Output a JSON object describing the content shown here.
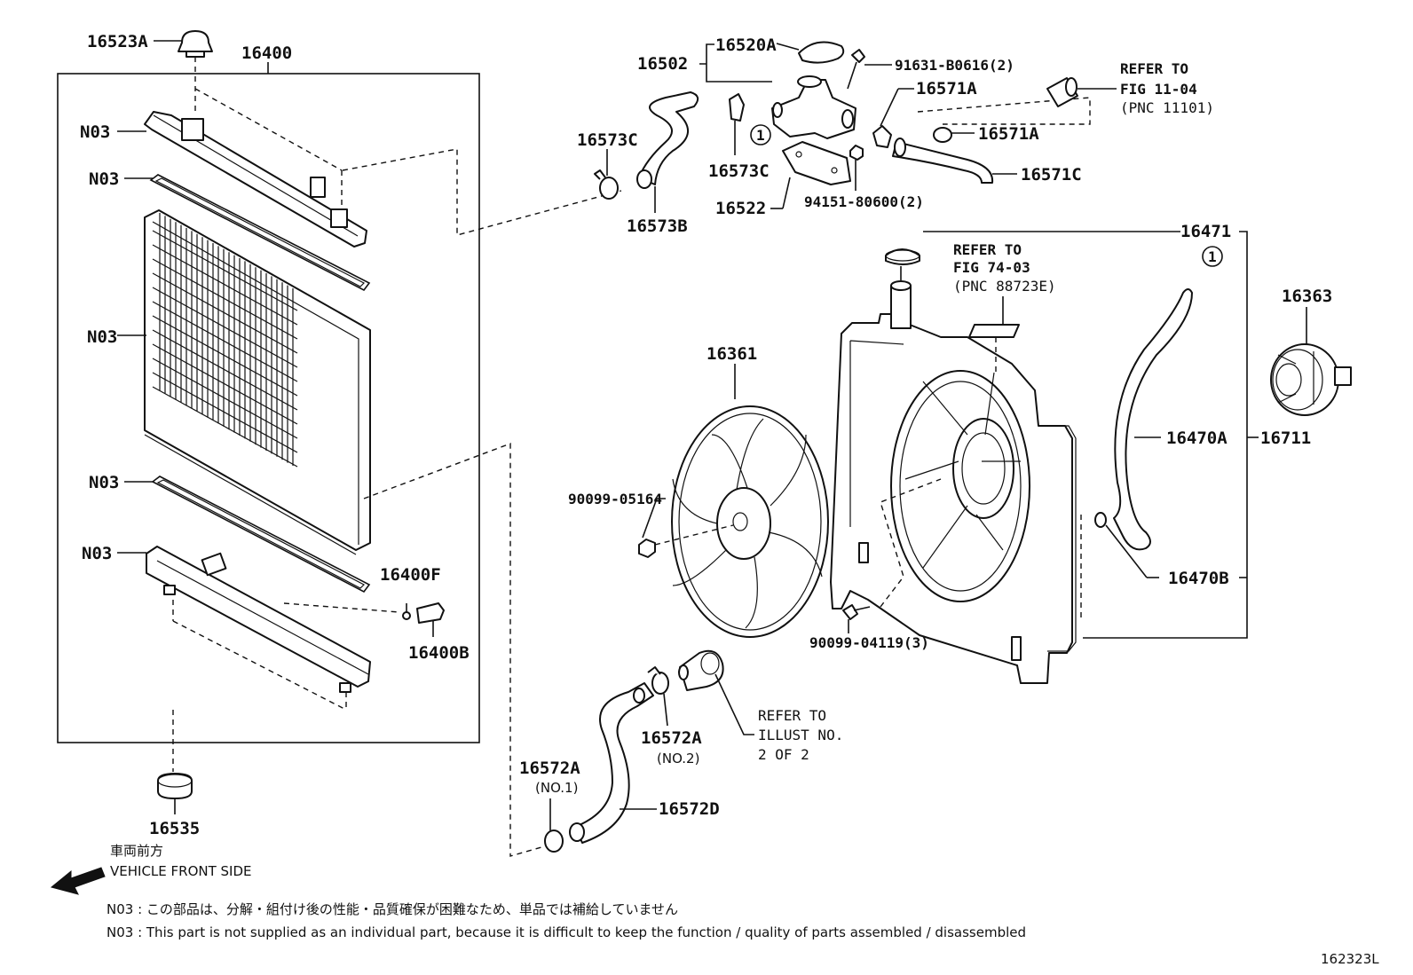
{
  "labels": {
    "p16523A": "16523A",
    "p16400": "16400",
    "n03_1": "N03",
    "n03_2": "N03",
    "n03_3": "N03",
    "n03_4": "N03",
    "n03_5": "N03",
    "p16400F": "16400F",
    "p16400B": "16400B",
    "p16535": "16535",
    "p16502": "16502",
    "p16520A": "16520A",
    "p91631": "91631-B0616(2)",
    "p16571A_1": "16571A",
    "p16571A_2": "16571A",
    "p16571C": "16571C",
    "p16573C_1": "16573C",
    "p16573C_2": "16573C",
    "p16573B": "16573B",
    "p16522": "16522",
    "p94151": "94151-80600(2)",
    "p16471": "16471",
    "p16361": "16361",
    "p16363": "16363",
    "p16470A": "16470A",
    "p16711": "16711",
    "p16470B": "16470B",
    "p90099_05164": "90099-05164",
    "p90099_04119": "90099-04119(3)",
    "p16572A_2": "16572A",
    "p16572A_2sub": "(NO.2)",
    "p16572A_1": "16572A",
    "p16572A_1sub": "(NO.1)",
    "p16572D": "16572D",
    "circle1a": "1",
    "circle1b": "1"
  },
  "refer": {
    "r1_l1": "REFER TO",
    "r1_l2": "FIG 11-04",
    "r1_l3": "(PNC 11101)",
    "r2_l1": "REFER TO",
    "r2_l2": "FIG 74-03",
    "r2_l3": "(PNC 88723E)",
    "r3_l1": "REFER TO",
    "r3_l2": "ILLUST NO.",
    "r3_l3": "2 OF 2"
  },
  "footer": {
    "front_jp": "車両前方",
    "front_en": "VEHICLE FRONT SIDE",
    "note_jp": "N03 : この部品は、分解・組付け後の性能・品質確保が困難なため、単品では補給していません",
    "note_en": "N03 : This part is not supplied as an individual part, because it is difficult to keep the function / quality of parts assembled / disassembled",
    "fig_id": "162323L"
  }
}
